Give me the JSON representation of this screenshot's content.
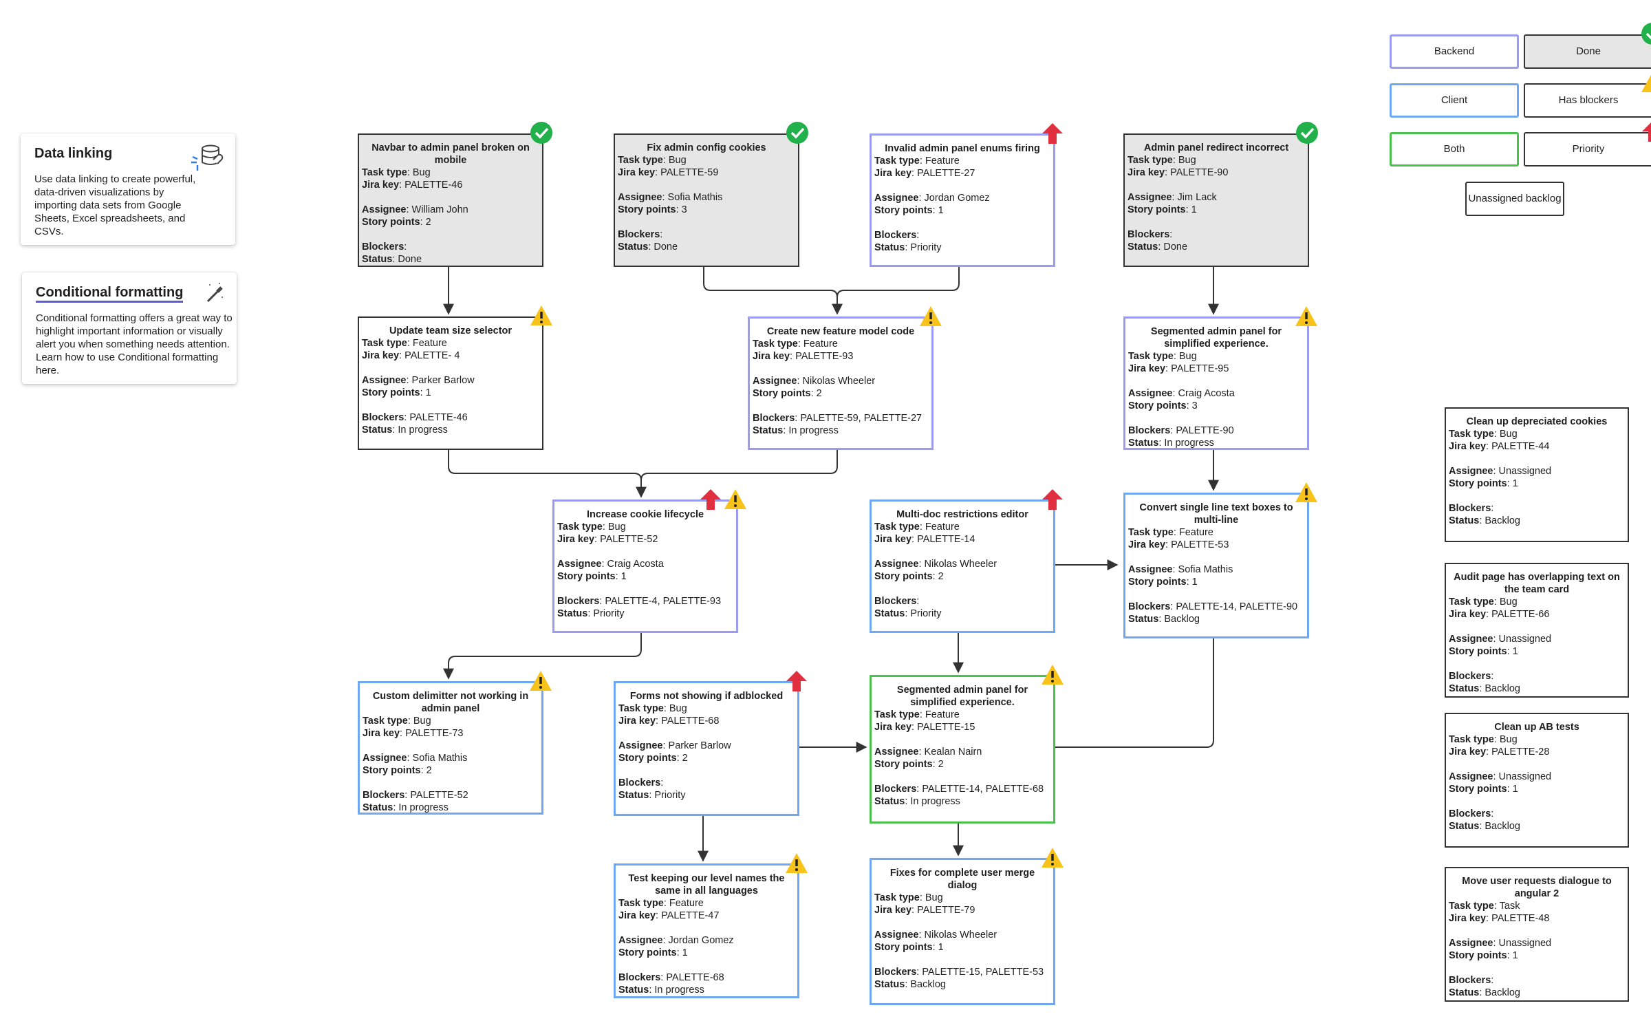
{
  "colors": {
    "backend": "#9b9bf0",
    "client": "#6fa8f0",
    "both": "#4cc04c",
    "done_fill": "#e6e6e6",
    "done_badge": "#22b04b",
    "warning_badge": "#f7c21a",
    "priority_badge": "#e03040"
  },
  "sidebar": {
    "data_linking": {
      "title": "Data linking",
      "text": "Use data linking to create powerful, data-driven visualizations by importing data sets from Google Sheets, Excel spreadsheets, and CSVs.",
      "icon": "database-link-icon"
    },
    "conditional_formatting": {
      "title": "Conditional formatting",
      "text": "Conditional formatting offers a great way to highlight important information or visually alert you when something needs attention. Learn how to use Conditional formatting here.",
      "icon": "magic-wand-icon"
    }
  },
  "legend": {
    "backend": "Backend",
    "client": "Client",
    "both": "Both",
    "done": "Done",
    "has_blockers": "Has blockers",
    "priority": "Priority",
    "unassigned_backlog": "Unassigned backlog"
  },
  "field_labels": {
    "task_type": "Task type",
    "jira_key": "Jira key",
    "assignee": "Assignee",
    "story_points": "Story points",
    "blockers": "Blockers",
    "status": "Status"
  },
  "tasks": [
    {
      "title": "Navbar to admin panel broken on mobile",
      "task_type": "Bug",
      "jira_key": "PALETTE-46",
      "assignee": "William John",
      "story_points": "2",
      "blockers": "",
      "status": "Done",
      "team": "done",
      "badges": [
        "done"
      ]
    },
    {
      "title": "Fix admin config cookies",
      "task_type": "Bug",
      "jira_key": "PALETTE-59",
      "assignee": "Sofia Mathis",
      "story_points": "3",
      "blockers": "",
      "status": "Done",
      "team": "done",
      "badges": [
        "done"
      ]
    },
    {
      "title": "Invalid admin panel enums firing",
      "task_type": "Feature",
      "jira_key": "PALETTE-27",
      "assignee": "Jordan Gomez",
      "story_points": "1",
      "blockers": "",
      "status": "Priority",
      "team": "back",
      "badges": [
        "priority"
      ]
    },
    {
      "title": "Admin panel redirect incorrect",
      "task_type": "Bug",
      "jira_key": "PALETTE-90",
      "assignee": "Jim Lack",
      "story_points": "1",
      "blockers": "",
      "status": "Done",
      "team": "done",
      "badges": [
        "done"
      ]
    },
    {
      "title": "Update team size selector",
      "task_type": "Feature",
      "jira_key": "PALETTE- 4",
      "assignee": "Parker Barlow",
      "story_points": "1",
      "blockers": "PALETTE-46",
      "status": "In progress",
      "team": "plain",
      "badges": [
        "warning"
      ]
    },
    {
      "title": "Create new feature model code",
      "task_type": "Feature",
      "jira_key": "PALETTE-93",
      "assignee": "Nikolas Wheeler",
      "story_points": "2",
      "blockers": "PALETTE-59, PALETTE-27",
      "status": "In progress",
      "team": "back",
      "badges": [
        "warning"
      ]
    },
    {
      "title": "Segmented admin panel for simplified experience.",
      "task_type": "Bug",
      "jira_key": "PALETTE-95",
      "assignee": "Craig Acosta",
      "story_points": "3",
      "blockers": "PALETTE-90",
      "status": "In progress",
      "team": "back",
      "badges": [
        "warning"
      ]
    },
    {
      "title": "Increase cookie lifecycle",
      "task_type": "Bug",
      "jira_key": "PALETTE-52",
      "assignee": "Craig Acosta",
      "story_points": "1",
      "blockers": "PALETTE-4, PALETTE-93",
      "status": "Priority",
      "team": "back",
      "badges": [
        "priority",
        "warning"
      ]
    },
    {
      "title": "Multi-doc restrictions editor",
      "task_type": "Feature",
      "jira_key": "PALETTE-14",
      "assignee": "Nikolas Wheeler",
      "story_points": "2",
      "blockers": "",
      "status": "Priority",
      "team": "client",
      "badges": [
        "priority"
      ]
    },
    {
      "title": "Convert single line text boxes to multi-line",
      "task_type": "Feature",
      "jira_key": "PALETTE-53",
      "assignee": "Sofia Mathis",
      "story_points": "1",
      "blockers": "PALETTE-14, PALETTE-90",
      "status": "Backlog",
      "team": "client",
      "badges": [
        "warning"
      ]
    },
    {
      "title": "Custom delimitter not working in admin panel",
      "task_type": "Bug",
      "jira_key": "PALETTE-73",
      "assignee": "Sofia Mathis",
      "story_points": "2",
      "blockers": "PALETTE-52",
      "status": "In progress",
      "team": "client",
      "badges": [
        "warning"
      ]
    },
    {
      "title": "Forms not showing if adblocked",
      "task_type": "Bug",
      "jira_key": "PALETTE-68",
      "assignee": "Parker Barlow",
      "story_points": "2",
      "blockers": "",
      "status": "Priority",
      "team": "client",
      "badges": [
        "priority"
      ]
    },
    {
      "title": "Segmented admin panel for simplified experience.",
      "task_type": "Feature",
      "jira_key": "PALETTE-15",
      "assignee": "Kealan Nairn",
      "story_points": "2",
      "blockers": "PALETTE-14, PALETTE-68",
      "status": "In progress",
      "team": "both",
      "badges": [
        "warning"
      ]
    },
    {
      "title": "Test keeping our level names the same in all languages",
      "task_type": "Feature",
      "jira_key": "PALETTE-47",
      "assignee": "Jordan Gomez",
      "story_points": "1",
      "blockers": "PALETTE-68",
      "status": "In progress",
      "team": "client",
      "badges": [
        "warning"
      ]
    },
    {
      "title": "Fixes for complete user merge dialog",
      "task_type": "Bug",
      "jira_key": "PALETTE-79",
      "assignee": "Nikolas Wheeler",
      "story_points": "1",
      "blockers": "PALETTE-15, PALETTE-53",
      "status": "Backlog",
      "team": "client",
      "badges": [
        "warning"
      ]
    }
  ],
  "backlog": [
    {
      "title": "Clean up depreciated cookies",
      "task_type": "Bug",
      "jira_key": "PALETTE-44",
      "assignee": "Unassigned",
      "story_points": "1",
      "blockers": "",
      "status": "Backlog"
    },
    {
      "title": "Audit page has overlapping text on the team card",
      "task_type": "Bug",
      "jira_key": "PALETTE-66",
      "assignee": "Unassigned",
      "story_points": "1",
      "blockers": "",
      "status": "Backlog"
    },
    {
      "title": "Clean up AB tests",
      "task_type": "Bug",
      "jira_key": "PALETTE-28",
      "assignee": "Unassigned",
      "story_points": "1",
      "blockers": "",
      "status": "Backlog"
    },
    {
      "title": "Move user requests dialogue to angular 2",
      "task_type": "Task",
      "jira_key": "PALETTE-48",
      "assignee": "Unassigned",
      "story_points": "1",
      "blockers": "",
      "status": "Backlog"
    }
  ]
}
